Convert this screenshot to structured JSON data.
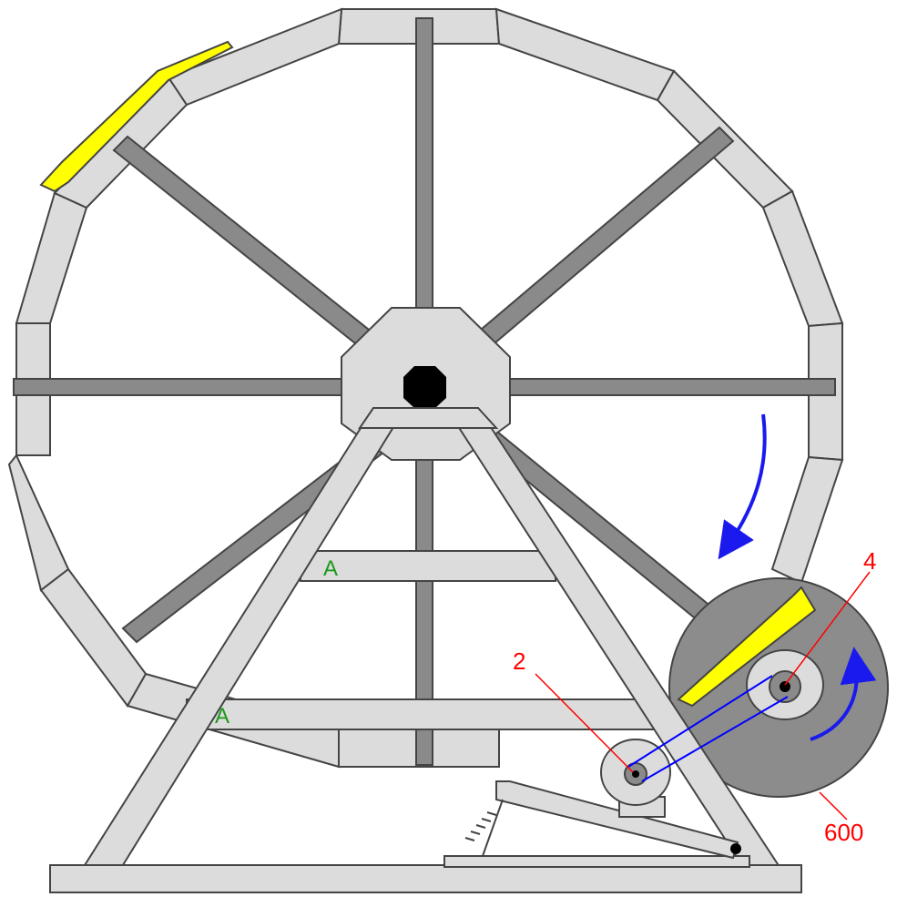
{
  "labels": {
    "pulley_small": "2",
    "pulley_large": "4",
    "drum": "600",
    "crossbar_upper": "A",
    "crossbar_lower": "A"
  },
  "colors": {
    "frame_fill": "#dcdcdc",
    "frame_stroke": "#444444",
    "spoke_fill": "#8a8a8a",
    "drum_fill": "#8c8c8c",
    "hub_fill": "#000000",
    "paddle_color": "#ffff00",
    "belt_color": "#0000ff",
    "arrow_color": "#1a1aee",
    "label_red": "#ff0000",
    "label_green": "#1a9a1a"
  },
  "icons": {
    "rotation_arrow_wheel": "curved-arrow-clockwise",
    "rotation_arrow_drum": "curved-arrow-counterclockwise"
  }
}
